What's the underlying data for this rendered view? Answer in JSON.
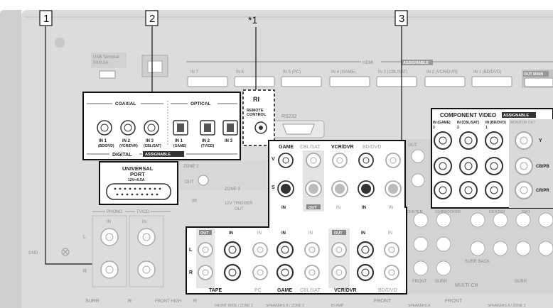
{
  "callouts": {
    "one": "1",
    "two": "2",
    "three": "3",
    "note": "*1"
  },
  "top": {
    "usb_terminal": "USB Terminal",
    "usb_rating": "5V/0.5A",
    "hdmi_label": "HDMI",
    "hdmi_assignable": "ASSIGNABLE",
    "hdmi_inputs": [
      "IN 7",
      "IN 6",
      "IN 5 (PC)",
      "IN 4 (GAME)",
      "IN 3 (CBL/SAT)",
      "IN 2 (VCR/DVR)",
      "IN 1 (BD/DVD)"
    ],
    "out_main": "OUT MAIN",
    "rs232": "RS232"
  },
  "digital": {
    "coaxial": "COAXIAL",
    "optical": "OPTICAL",
    "coax_in": [
      "IN 1",
      "IN 2",
      "IN 3"
    ],
    "coax_sub": [
      "(BD/DVD)",
      "(VCR/DVR)",
      "(CBL/SAT)"
    ],
    "opt_in": [
      "IN 1",
      "IN 2",
      "IN 3"
    ],
    "opt_sub": [
      "(GAME)",
      "(TV/CD)",
      ""
    ],
    "digital_label": "DIGITAL",
    "assignable": "ASSIGNABLE"
  },
  "ri": {
    "title": "RI",
    "remote_line1": "REMOTE",
    "remote_line2": "CONTROL"
  },
  "universal": {
    "line1": "UNIVERSAL",
    "line2": "PORT",
    "rating": "12V⎓0.5A"
  },
  "component": {
    "title": "COMPONENT VIDEO",
    "assignable": "ASSIGNABLE",
    "cols": [
      "IN (GAME)",
      "IN (CBL/SAT)",
      "IN (BD/DVD)",
      "MONITOR OUT"
    ],
    "col_nums": [
      "3",
      "2",
      "1"
    ],
    "rows": [
      "Y",
      "CB/PB",
      "CR/PR"
    ]
  },
  "av_inputs": {
    "groups": [
      "GAME",
      "CBL/SAT",
      "VCR/DVR",
      "BD/DVD"
    ],
    "v": "V",
    "s": "S",
    "in": "IN",
    "out": "OUT"
  },
  "lower": {
    "zone2": "ZONE 2",
    "ir": "IR",
    "zone3": "ZONE 3",
    "trigger": "12V TRIGGER",
    "trigger_out": "OUT",
    "out": "OUT",
    "center": "CENTER",
    "subwoofer": "SUBWOOFER",
    "sw1": "SW1",
    "phono": "PHONO",
    "tvcd": "TV/CD",
    "l": "L",
    "r": "R",
    "gnd": "GND",
    "tape": "TAPE",
    "pc": "PC",
    "game": "GAME",
    "cblsat": "CBL/SAT",
    "vcrdvr": "VCR/DVR",
    "bddvd": "BD/DVD",
    "surr_back": "SURR BACK",
    "multi_ch": "MULTI CH",
    "front": "FRONT",
    "surr": "SURR",
    "bottom": [
      "SURR",
      "R",
      "FRONT HIGH",
      "R",
      "FRONT WIDE / ZONE 2",
      "SPEAKERS B / ZONE 3",
      "BI-AMP",
      "FRONT",
      "SPEAKERS A",
      "FRONT",
      "SPEAKERS A / ZONE 3"
    ]
  }
}
